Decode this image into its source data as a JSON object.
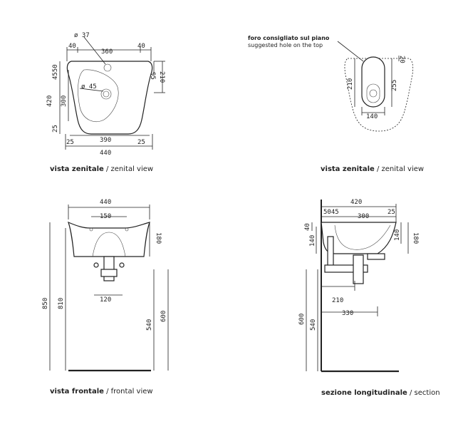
{
  "views": {
    "top_left": {
      "caption_bold": "vista zenitale",
      "caption_regular": " / zenital view",
      "dims": {
        "d37": "ø 37",
        "w40a": "40",
        "w360": "360",
        "w40b": "40",
        "v4550": "4550",
        "v95": "95",
        "v210": "210",
        "v420": "420",
        "v300": "300",
        "d45": "ø 45",
        "v25": "25",
        "w390": "390",
        "w25a": "25",
        "w25b": "25",
        "w440": "440"
      }
    },
    "top_right": {
      "caption_bold": "vista zenitale",
      "caption_regular": " / zenital view",
      "note_bold": "foro consigliato sul piano",
      "note_regular": "suggested hole on the top",
      "dims": {
        "v20": "20",
        "v210": "210",
        "v255": "255",
        "w140": "140"
      }
    },
    "front": {
      "caption_bold": "vista frontale",
      "caption_regular": " / frontal view",
      "dims": {
        "w440": "440",
        "w150": "150",
        "v180": "180",
        "w120": "120",
        "v850": "850",
        "v810": "810",
        "v540": "540",
        "v600": "600"
      }
    },
    "section": {
      "caption_bold": "sezione longitudinale",
      "caption_regular": " / section",
      "dims": {
        "w420": "420",
        "w5045": "5045",
        "w300": "300",
        "w25": "25",
        "v40": "40",
        "v140a": "140",
        "v140b": "140",
        "v180": "180",
        "w210": "210",
        "w330": "330",
        "v600": "600",
        "v540": "540"
      }
    }
  }
}
